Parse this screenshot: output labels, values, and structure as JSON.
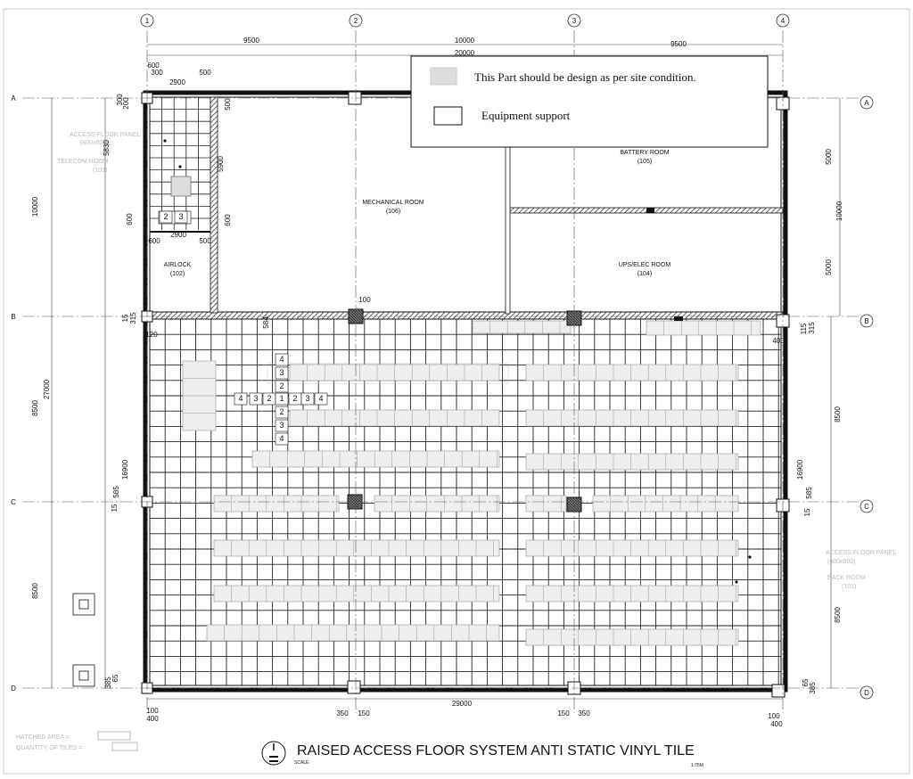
{
  "title": "RAISED ACCESS FLOOR SYSTEM ANTI STATIC VINYL TILE",
  "scale_label": "SCALE",
  "scale_value": "1:75M",
  "legend": {
    "shaded_text": "This Part should be design as per site condition.",
    "support_text": "Equipment support"
  },
  "grid": {
    "cols": [
      "1",
      "2",
      "3",
      "4"
    ],
    "rows": [
      "A",
      "B",
      "C",
      "D"
    ]
  },
  "rooms": [
    {
      "name": "MECHANICAL ROOM",
      "num": "(106)"
    },
    {
      "name": "BATTERY ROOM",
      "num": "(105)"
    },
    {
      "name": "UPS/ELEC ROOM",
      "num": "(104)"
    },
    {
      "name": "AIRLOCK",
      "num": "(102)"
    }
  ],
  "faint_labels": {
    "access_floor_panel_left": "ACCESS FLOOR PANEL",
    "access_floor_panel_left_size": "(600x600)",
    "telecom_room": "TELECOM ROOM",
    "telecom_room_num": "(103)",
    "access_floor_panel_right": "ACCESS FLOOR PANEL",
    "access_floor_panel_right_size": "(600x600)",
    "back_room": "BACK ROOM",
    "back_room_num": "(101)",
    "hatched_area": "HATCHED AREA =",
    "quantity_tiles": "QUANTITY OF TILES ="
  },
  "dimensions": {
    "top": [
      "9500",
      "10000",
      "20000",
      "9500",
      "600",
      "300",
      "500",
      "2900"
    ],
    "bottom": [
      "100",
      "400",
      "350",
      "150",
      "29000",
      "150",
      "350",
      "100",
      "400"
    ],
    "left": [
      "300",
      "200",
      "5830",
      "10000",
      "600",
      "315",
      "15",
      "120",
      "27000",
      "8500",
      "16900",
      "585",
      "15",
      "8500",
      "385",
      "65"
    ],
    "right": [
      "5000",
      "10000",
      "5000",
      "115",
      "315",
      "400",
      "8500",
      "16900",
      "585",
      "15",
      "8500",
      "65",
      "385"
    ],
    "internal": [
      "5900",
      "500",
      "600",
      "2900",
      "600",
      "500",
      "100",
      "584"
    ]
  },
  "tile_markers": [
    "4",
    "3",
    "2",
    "1",
    "2",
    "3",
    "4",
    "4",
    "3",
    "2",
    "2",
    "3",
    "4",
    "2",
    "3"
  ]
}
